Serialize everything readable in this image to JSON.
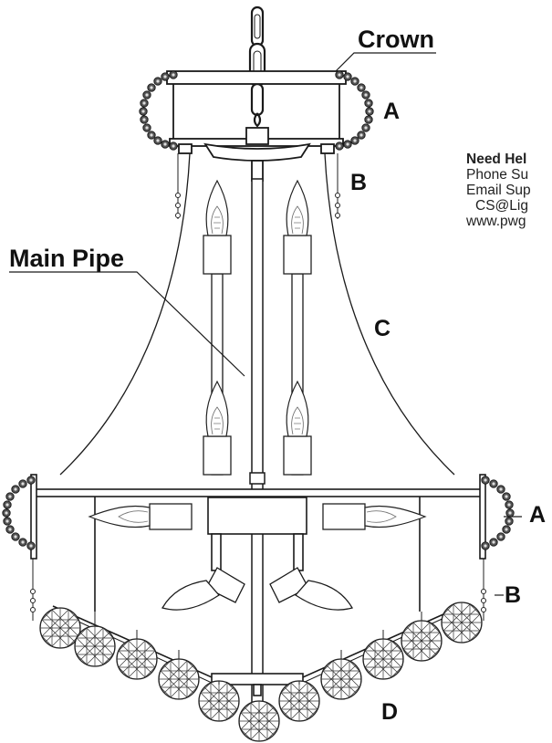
{
  "labels": {
    "crown": "Crown",
    "main_pipe": "Main Pipe",
    "a_top": "A",
    "b_top": "B",
    "c": "C",
    "a_bottom": "A",
    "b_bottom": "B",
    "d": "D"
  },
  "help": {
    "heading": "Need Hel",
    "phone": "Phone Su",
    "email": "Email Sup",
    "email_address": "CS@Lig",
    "website": "www.pwg"
  },
  "colors": {
    "line": "#1a1a1a",
    "text": "#111111"
  }
}
